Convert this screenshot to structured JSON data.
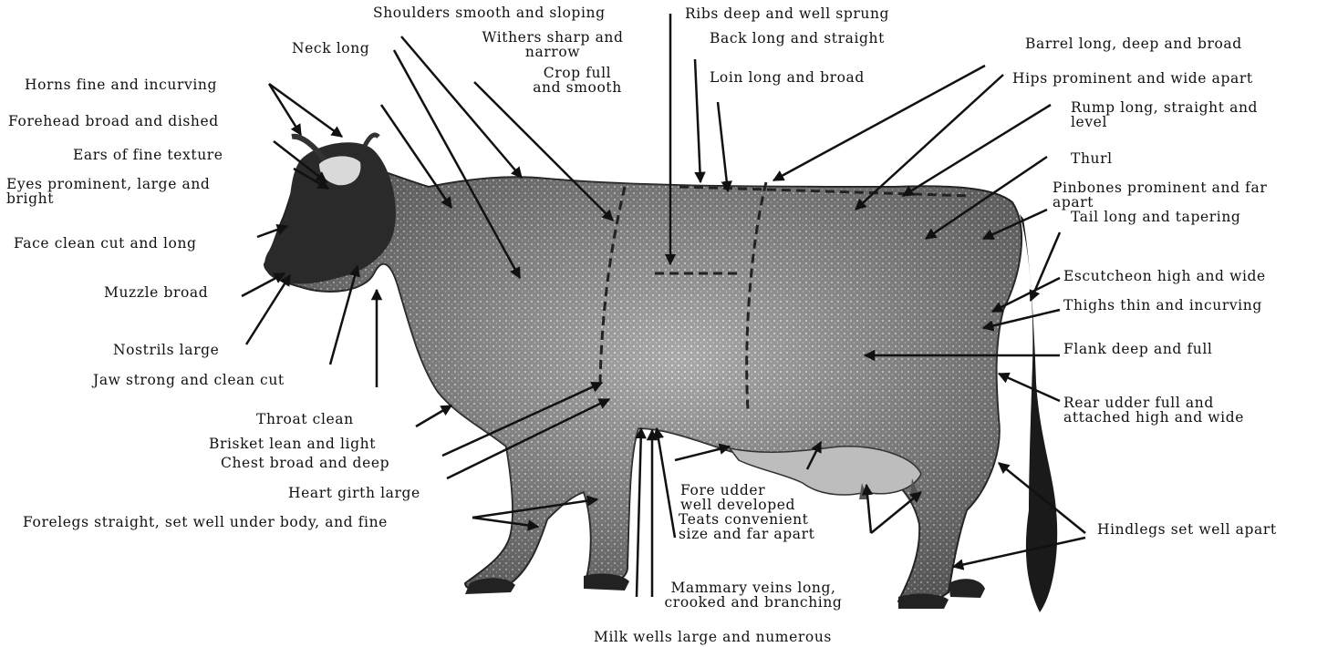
{
  "labels": {
    "shoulders": "Shoulders smooth and sloping",
    "ribs": "Ribs deep and well sprung",
    "neck": "Neck long",
    "withers": "Withers sharp and\nnarrow",
    "back": "Back long and straight",
    "barrel": "Barrel long, deep and broad",
    "crop": "Crop full\nand smooth",
    "horns": "Horns fine and incurving",
    "loin": "Loin long and broad",
    "hips": "Hips prominent and wide apart",
    "forehead": "Forehead broad and dished",
    "rump": "Rump long, straight and\nlevel",
    "ears": "Ears of fine texture",
    "thurl": "Thurl",
    "eyes": "Eyes prominent, large and\nbright",
    "pinbones": "Pinbones prominent and far\napart",
    "tail": "Tail long and tapering",
    "face": "Face clean cut and long",
    "escutcheon": "Escutcheon high and wide",
    "muzzle": "Muzzle broad",
    "thighs": "Thighs thin and incurving",
    "nostrils": "Nostrils large",
    "flank": "Flank deep and full",
    "jaw": "Jaw strong and clean cut",
    "rear_udder": "Rear udder full and\nattached high and wide",
    "throat": "Throat clean",
    "brisket": "Brisket lean and light",
    "chest": "Chest broad and deep",
    "fore_udder": "Fore udder\nwell developed",
    "heart": "Heart girth large",
    "forelegs": "Forelegs straight, set well under body, and fine",
    "teats": "Teats convenient\nsize and far apart",
    "hindlegs": "Hindlegs set well apart",
    "mammary": "Mammary veins long,\ncrooked and branching",
    "milkwells": "Milk wells large and numerous"
  }
}
